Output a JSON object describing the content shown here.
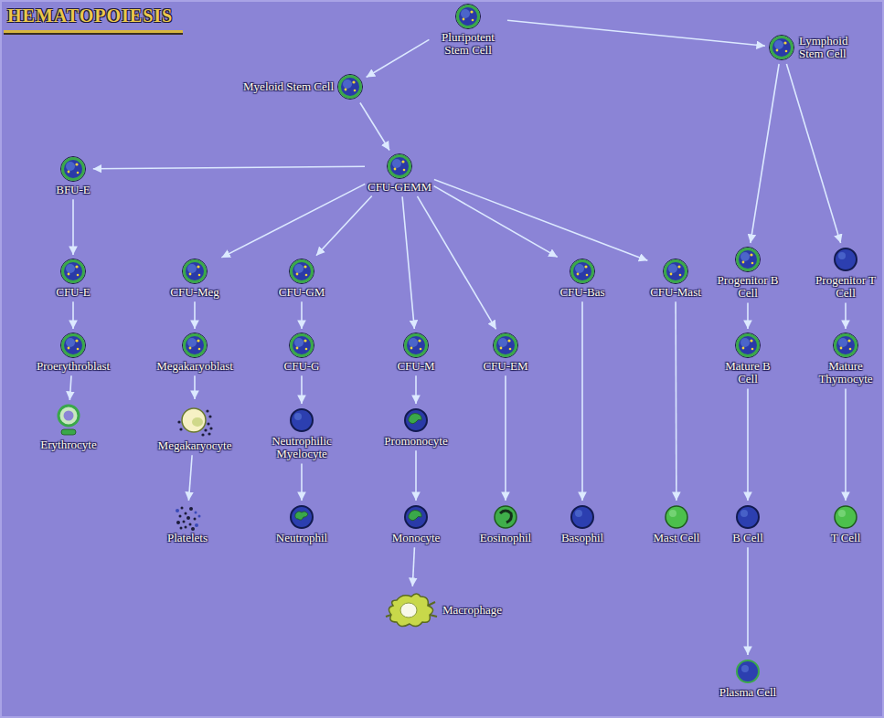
{
  "diagram": {
    "title": "HEMATOPOIESIS",
    "nodes": [
      {
        "text": [
          "Myeloid Stem Cell"
        ]
      },
      {
        "text": [
          "Pluripotent Stem Cell"
        ]
      },
      {
        "text": [
          "Lymphoid Stem Cell"
        ]
      },
      {
        "text": [
          "CFU-GEMM"
        ]
      },
      {
        "text": [
          "BFU-E"
        ]
      },
      {
        "text": [
          "CFU-E"
        ]
      },
      {
        "text": [
          "CFU-Meg"
        ]
      },
      {
        "text": [
          "CFU-GM"
        ]
      },
      {
        "text": [
          "CFU-Bas"
        ]
      },
      {
        "text": [
          "CFU-Mast"
        ]
      },
      {
        "text": [
          "Progenitor B Cell"
        ]
      },
      {
        "text": [
          "Progenitor T Cell"
        ]
      },
      {
        "text": [
          "Proerythroblast"
        ]
      },
      {
        "text": [
          "Megakaryoblast"
        ]
      },
      {
        "text": [
          "CFU-G"
        ]
      },
      {
        "text": [
          "CFU-M"
        ]
      },
      {
        "text": [
          "CFU-EM"
        ]
      },
      {
        "text": [
          "Mature B Cell"
        ]
      },
      {
        "text": [
          "Mature Thymocyte"
        ]
      },
      {
        "text": [
          "Erythrocyte"
        ]
      },
      {
        "text": [
          "Megakaryocyte"
        ]
      },
      {
        "text": [
          "Neutrophilic Myelocyte"
        ]
      },
      {
        "text": [
          "Promonocyte"
        ]
      },
      {
        "text": [
          "Platelets"
        ]
      },
      {
        "text": [
          "Neutrophil"
        ]
      },
      {
        "text": [
          "Monocyte"
        ]
      },
      {
        "text": [
          "Eosinophil"
        ]
      },
      {
        "text": [
          "Basophil"
        ]
      },
      {
        "text": [
          "Mast Cell"
        ]
      },
      {
        "text": [
          "B Cell"
        ]
      },
      {
        "text": [
          "T Cell"
        ]
      },
      {
        "text": [
          "Macrophage"
        ]
      },
      {
        "text": [
          "Plasma Cell"
        ]
      }
    ],
    "edges": [
      {
        "from": 1,
        "to": 0,
        "arrow": "to"
      },
      {
        "from": 1,
        "to": 2,
        "arrow": "to"
      },
      {
        "from": 0,
        "to": 3,
        "arrow": "to"
      },
      {
        "from": 3,
        "to": 4,
        "arrow": "to"
      },
      {
        "from": 3,
        "to": 6,
        "arrow": "to"
      },
      {
        "from": 3,
        "to": 7,
        "arrow": "to"
      },
      {
        "from": 3,
        "to": 15,
        "arrow": "to"
      },
      {
        "from": 3,
        "to": 16,
        "arrow": "to"
      },
      {
        "from": 3,
        "to": 8,
        "arrow": "to"
      },
      {
        "from": 3,
        "to": 9,
        "arrow": "to"
      },
      {
        "from": 2,
        "to": 10,
        "arrow": "to"
      },
      {
        "from": 2,
        "to": 11,
        "arrow": "to"
      },
      {
        "from": 4,
        "to": 5,
        "arrow": "to"
      },
      {
        "from": 5,
        "to": 12,
        "arrow": "to"
      },
      {
        "from": 12,
        "to": 19,
        "arrow": "to"
      },
      {
        "from": 6,
        "to": 13,
        "arrow": "to"
      },
      {
        "from": 13,
        "to": 20,
        "arrow": "to"
      },
      {
        "from": 20,
        "to": 23,
        "arrow": "to"
      },
      {
        "from": 7,
        "to": 14,
        "arrow": "to"
      },
      {
        "from": 14,
        "to": 21,
        "arrow": "to"
      },
      {
        "from": 21,
        "to": 24,
        "arrow": "to"
      },
      {
        "from": 15,
        "to": 22,
        "arrow": "to"
      },
      {
        "from": 22,
        "to": 25,
        "arrow": "to"
      },
      {
        "from": 25,
        "to": 31,
        "arrow": "to"
      },
      {
        "from": 16,
        "to": 26,
        "arrow": "to"
      },
      {
        "from": 8,
        "to": 27,
        "arrow": "to"
      },
      {
        "from": 9,
        "to": 28,
        "arrow": "to"
      },
      {
        "from": 10,
        "to": 17,
        "arrow": "to"
      },
      {
        "from": 17,
        "to": 29,
        "arrow": "to"
      },
      {
        "from": 29,
        "to": 32,
        "arrow": "to"
      },
      {
        "from": 11,
        "to": 18,
        "arrow": "to"
      },
      {
        "from": 18,
        "to": 30,
        "arrow": "to"
      }
    ]
  }
}
